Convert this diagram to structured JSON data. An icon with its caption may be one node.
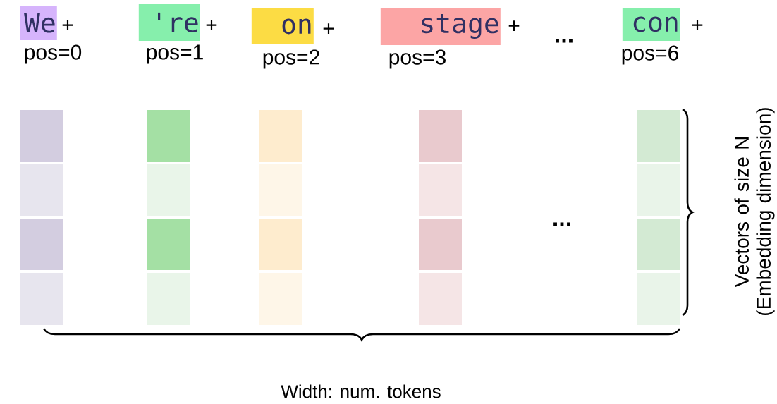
{
  "diagram": {
    "nodes": [
      {
        "text": [
          "We"
        ],
        "beside": [
          "+",
          "pos=0"
        ]
      },
      {
        "text": [
          "'re"
        ],
        "beside": [
          "+",
          "pos=1"
        ]
      },
      {
        "text": [
          "on"
        ],
        "beside": [
          "+",
          "pos=2"
        ]
      },
      {
        "text": [
          "stage"
        ],
        "beside": [
          "+",
          "pos=3"
        ]
      },
      {
        "text": [
          "con"
        ],
        "beside": [
          "+",
          "pos=6"
        ]
      },
      {
        "text": [],
        "shape": "box"
      },
      {
        "text": [],
        "shape": "box"
      },
      {
        "text": [],
        "shape": "box"
      },
      {
        "text": [],
        "shape": "box"
      },
      {
        "text": [],
        "shape": "box"
      },
      {
        "text": [],
        "shape": "box"
      },
      {
        "text": [],
        "shape": "box"
      },
      {
        "text": [],
        "shape": "box"
      },
      {
        "text": [],
        "shape": "box"
      },
      {
        "text": [],
        "shape": "box"
      },
      {
        "text": [],
        "shape": "box"
      },
      {
        "text": [],
        "shape": "box"
      },
      {
        "text": [],
        "shape": "box"
      },
      {
        "text": [],
        "shape": "box"
      },
      {
        "text": [],
        "shape": "box"
      },
      {
        "text": [],
        "shape": "box"
      },
      {
        "text": [],
        "shape": "box"
      },
      {
        "text": [],
        "shape": "box"
      },
      {
        "text": [],
        "shape": "box"
      },
      {
        "text": [],
        "shape": "box"
      }
    ],
    "labels": [
      "...",
      "...",
      "Vectors of size N (Embedding dimension)",
      "Width: num. tokens"
    ]
  }
}
